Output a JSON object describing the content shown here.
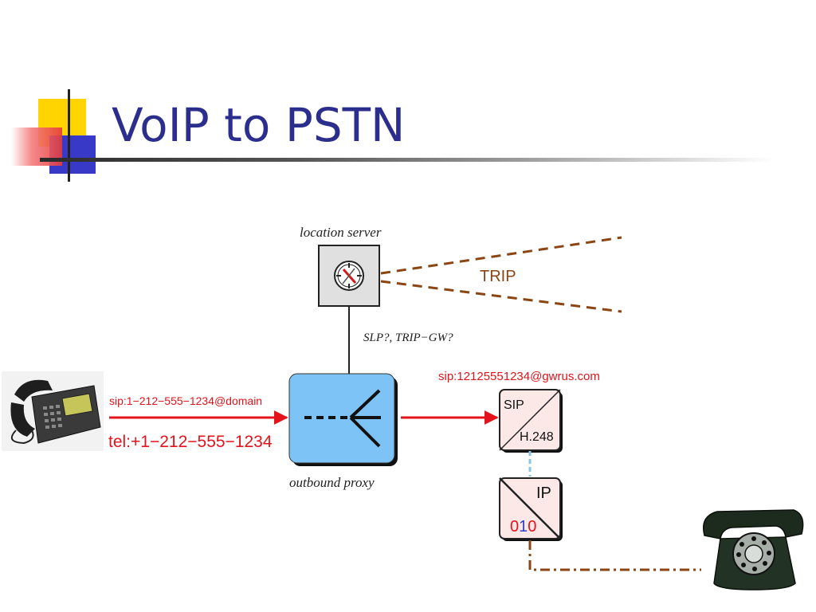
{
  "slide": {
    "title": "VoIP to PSTN"
  },
  "colors": {
    "title": "#2b2e8c",
    "red_flow": "#e4131b",
    "brown_dashed": "#8b4513",
    "proxy_fill": "#7ec3f5",
    "gateway_fill": "#fde8e8",
    "link_blue": "#86c5ea"
  },
  "diagram": {
    "location_server": {
      "label": "location server",
      "icon": "compass-icon"
    },
    "trip_label": "TRIP",
    "protocol_link_label": "SLP?, TRIP−GW?",
    "outbound_proxy": {
      "label": "outbound proxy",
      "icon": "fork-arrow-icon"
    },
    "sip_uri": "sip:1−212−555−1234@domain",
    "tel_uri": "tel:+1−212−555−1234",
    "gateway_uri": "sip:12125551234@gwrus.com",
    "sip_gateway": {
      "top_label": "SIP",
      "bottom_label": "H.248"
    },
    "media_gateway": {
      "top_label": "IP",
      "bottom_label_digits": [
        "0",
        "1",
        "0"
      ]
    },
    "ip_phone": {
      "icon": "ip-phone-icon"
    },
    "pstn_phone": {
      "icon": "rotary-phone-icon"
    }
  }
}
